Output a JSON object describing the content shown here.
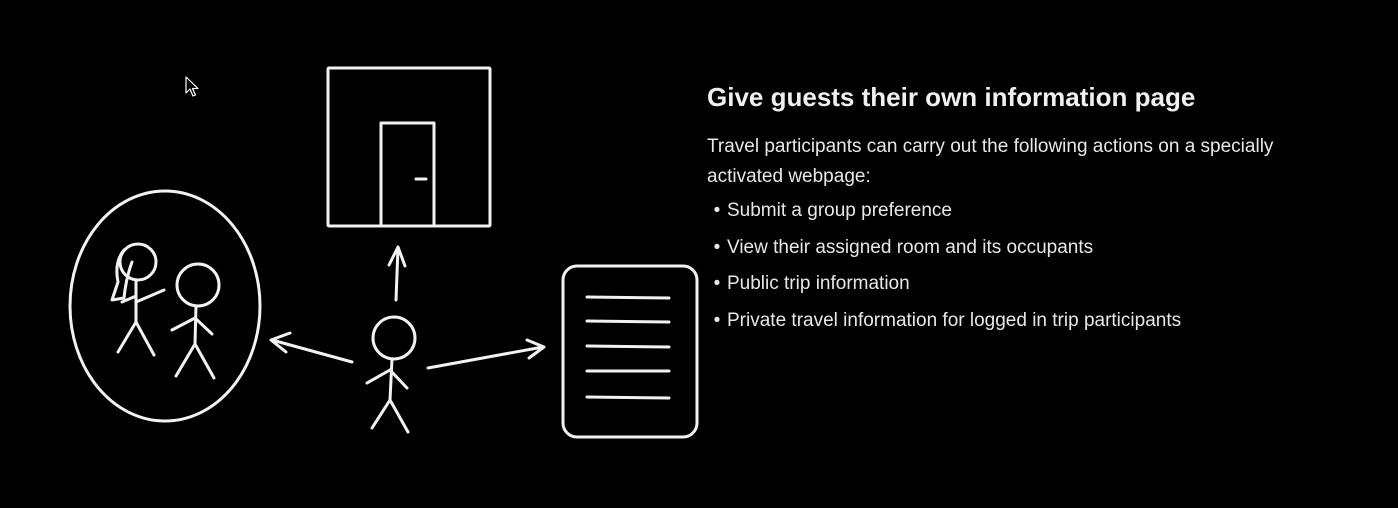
{
  "heading": "Give guests their own information page",
  "intro": "Travel participants can carry out the following actions on a specially activated webpage:",
  "bullet_char": "•",
  "actions": [
    "Submit a group preference",
    "View their assigned room and its occupants",
    "Public trip information",
    "Private travel information for logged in trip participants"
  ],
  "colors": {
    "background": "#000000",
    "sketch": "#f2f2f2",
    "text": "#e8e8e8"
  },
  "icons": {
    "illustration": "guest-options-sketch",
    "cursor": "mouse-pointer-icon"
  }
}
